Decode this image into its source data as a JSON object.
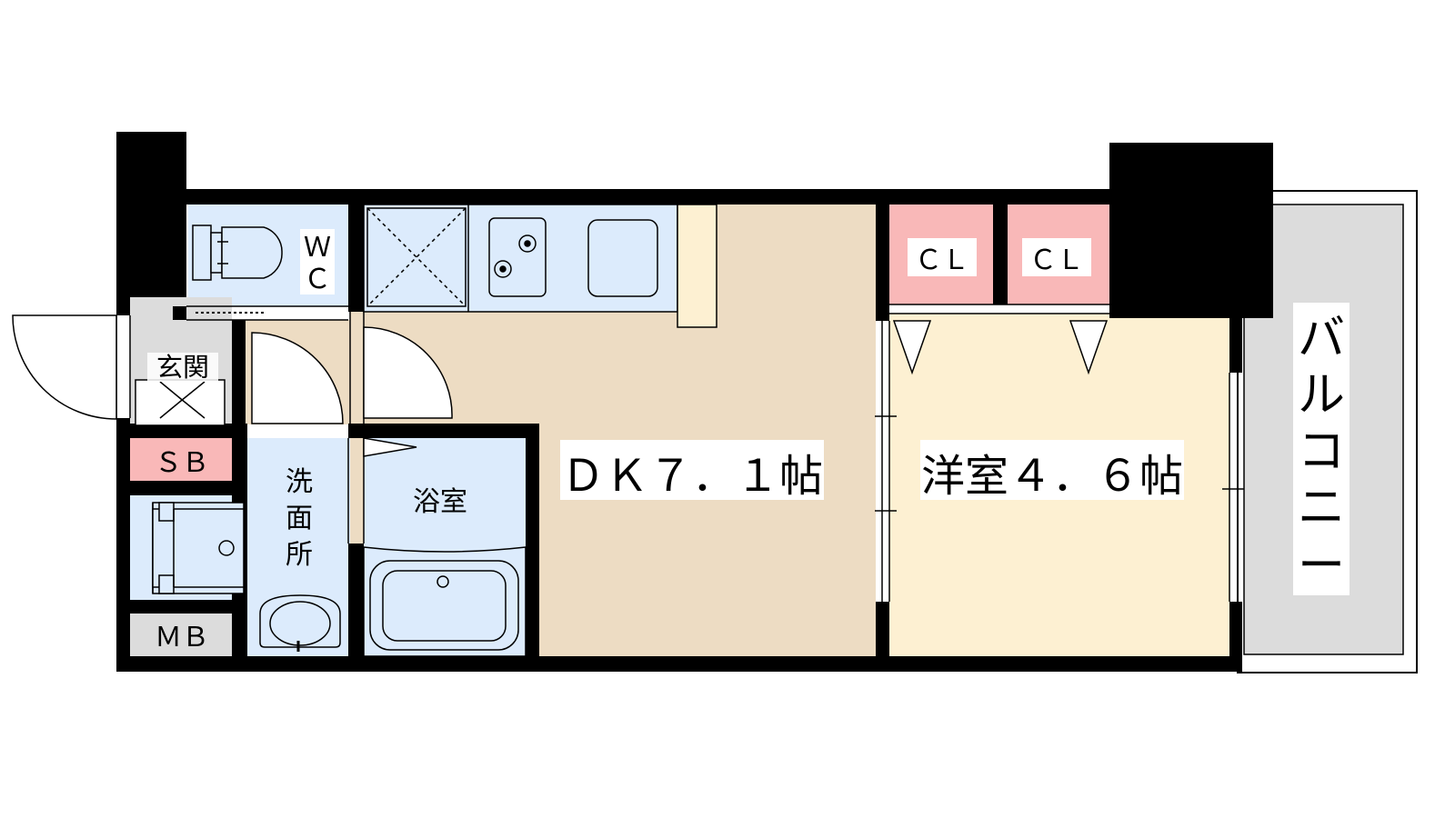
{
  "rooms": {
    "wc": "ＷＣ",
    "entrance": "玄関",
    "sb": "ＳＢ",
    "washroom": "洗面所",
    "mb": "ＭＢ",
    "bath": "浴室",
    "dk": "ＤＫ７．１帖",
    "western": "洋室４．６帖",
    "cl1": "ＣＬ",
    "cl2": "ＣＬ",
    "balcony": "バルコニー"
  },
  "colors": {
    "wall": "#000000",
    "wet_area": "#dcebfc",
    "dk_floor": "#eddcc3",
    "western_floor": "#fdf0d2",
    "closet": "#f9b8b8",
    "balcony": "#dcdcdc",
    "entrance": "#dcdcdc",
    "counter": "#fdf0d2"
  }
}
